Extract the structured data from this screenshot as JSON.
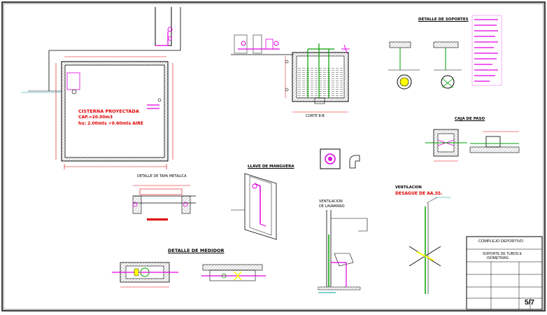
{
  "drawing": {
    "labels": {
      "cisterna_title": "CISTERNA PROYECTADA",
      "cisterna_cap": "CAP.=20.00m3",
      "cisterna_dims": "hu: 2.00mts +0.60mts AIRE",
      "detalle_tapa": "DETALLE DE TAPA METALICA",
      "corte_bb": "CORTE B-B",
      "detalle_soportes": "DETALLE DE SOPORTES",
      "llave_manguera": "LLAVE DE MANGUERA",
      "ventilacion_lav_1": "VENTILACION",
      "ventilacion_lav_2": "DE LAVAMANO",
      "ventilacion_aaa_1": "VENTILACION",
      "ventilacion_aaa_2": "DESAGUE DE AA.SS.",
      "detalle_medidor": "DETALLE DE MEDIDOR",
      "caja_paso": "CAJA DE PASO"
    },
    "colors": {
      "outline": "#000000",
      "dimension": "#e00000",
      "fixture": "#e000e0",
      "pipe": "#00a000",
      "annotation": "#00a0a0",
      "hatch": "#606060",
      "highlight": "#ffff00"
    }
  },
  "title_block": {
    "project": "COMPLEJO DEPORTIVO",
    "sheet_title_1": "SOPORTE DE TUBOS E",
    "sheet_title_2": "ISOMETRIAS",
    "sheet_number": "5/7"
  }
}
